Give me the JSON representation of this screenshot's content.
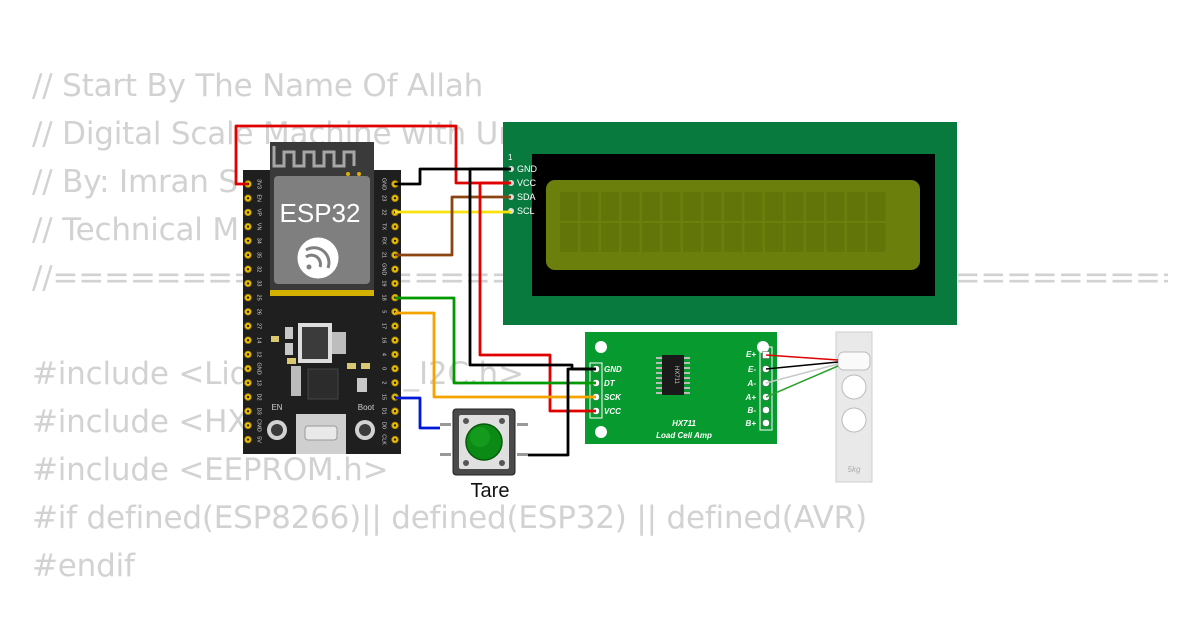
{
  "code_lines": [
    "// Start By The Name Of Allah",
    "// Digital Scale Machine with Un",
    "// By: Imran S",
    "// Technical M",
    "//====================================================================================",
    "#include <LiquidCrystal_I2C.h>",
    "#include <HX711.h>",
    "#include <EEPROM.h>",
    "#if defined(ESP8266)|| defined(ESP32) || defined(AVR)",
    "#endif"
  ],
  "esp32": {
    "label": "ESP32",
    "en_label": "EN",
    "boot_label": "Boot",
    "left_pins": [
      "3V3",
      "EN",
      "VP",
      "VN",
      "34",
      "35",
      "32",
      "33",
      "25",
      "26",
      "27",
      "14",
      "12",
      "GND",
      "13",
      "D2",
      "D3",
      "CMD",
      "5V"
    ],
    "right_pins": [
      "GND",
      "23",
      "22",
      "TX",
      "RX",
      "21",
      "GND",
      "19",
      "18",
      "5",
      "17",
      "16",
      "4",
      "0",
      "2",
      "15",
      "D1",
      "D0",
      "CLK"
    ]
  },
  "lcd": {
    "pin1": "1",
    "pins": [
      "GND",
      "VCC",
      "SDA",
      "SCL"
    ],
    "rows": 2,
    "cols": 16
  },
  "hx711": {
    "chip": "HX711",
    "title": "HX711",
    "subtitle": "Load Cell Amp",
    "left_pins": [
      "GND",
      "DT",
      "SCK",
      "VCC"
    ],
    "right_pins": [
      "E+",
      "E-",
      "A-",
      "A+",
      "B-",
      "B+"
    ]
  },
  "button": {
    "label": "Tare"
  },
  "load_cell": {
    "label": "5kg"
  },
  "colors": {
    "esp_board": "#1f1f1f",
    "lcd_frame": "#087a3e",
    "lcd_screen": "#6b7f0d",
    "hx_board": "#079a2f",
    "wire_red": "#e00000",
    "wire_black": "#000000",
    "wire_yellow": "#f7e20e",
    "wire_brown": "#8b4513",
    "wire_green": "#009900",
    "wire_orange": "#f5a300",
    "wire_blue": "#0018d8"
  }
}
